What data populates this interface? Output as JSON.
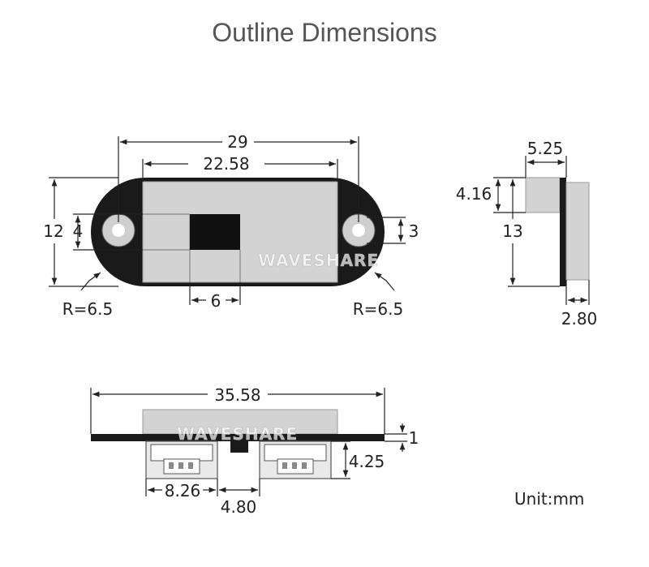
{
  "title": "Outline Dimensions",
  "watermark": "WAVESHARE",
  "unit_label": "Unit:mm",
  "colors": {
    "board": "#1a1a1a",
    "sensor_face": "#d3d3d3",
    "sensor_dark": "#111111",
    "hole": "#cfcfcf",
    "connector": "#e9e9e9",
    "title_text": "#555555"
  },
  "top_view": {
    "overall_width": "29",
    "sensor_width": "22.58",
    "board_height": "12",
    "hole_diameter_left": "4",
    "hole_diameter_right": "3",
    "center_block": "6",
    "radius_left": "R=6.5",
    "radius_right": "R=6.5"
  },
  "side_view": {
    "top_width": "5.25",
    "front_height": "4.16",
    "total_height": "13",
    "bottom_width": "2.80"
  },
  "bottom_view": {
    "overall_width": "35.58",
    "board_thickness": "1",
    "connector_height": "4.25",
    "connector_width": "8.26",
    "connector_gap": "4.80"
  }
}
